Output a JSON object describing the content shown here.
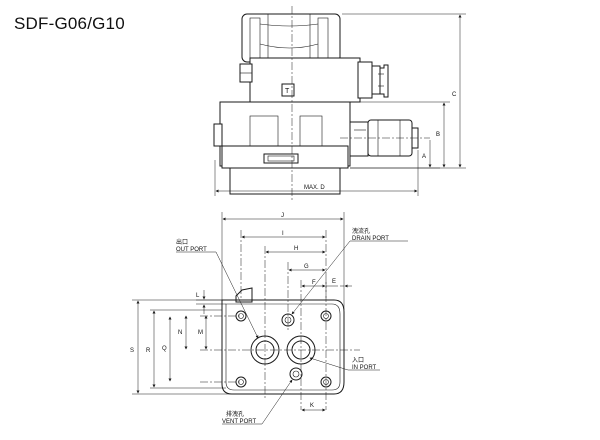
{
  "title": "SDF-G06/G10",
  "side_view": {
    "solenoid_mark": "T",
    "dims": {
      "max_d": "MAX. D",
      "a": "A",
      "b": "B",
      "c": "C"
    }
  },
  "bottom_view": {
    "dims": {
      "j": "J",
      "i": "I",
      "h": "H",
      "g": "G",
      "f": "F",
      "e": "E",
      "l": "L",
      "m": "M",
      "n": "N",
      "q": "Q",
      "r": "R",
      "s": "S",
      "k": "K"
    },
    "ports": {
      "out_cn": "出口",
      "out_en": "OUT PORT",
      "drain_cn": "洩流孔",
      "drain_en": "DRAIN PORT",
      "in_cn": "入口",
      "in_en": "IN PORT",
      "vent_cn": "排洩孔",
      "vent_en": "VENT PORT"
    }
  }
}
